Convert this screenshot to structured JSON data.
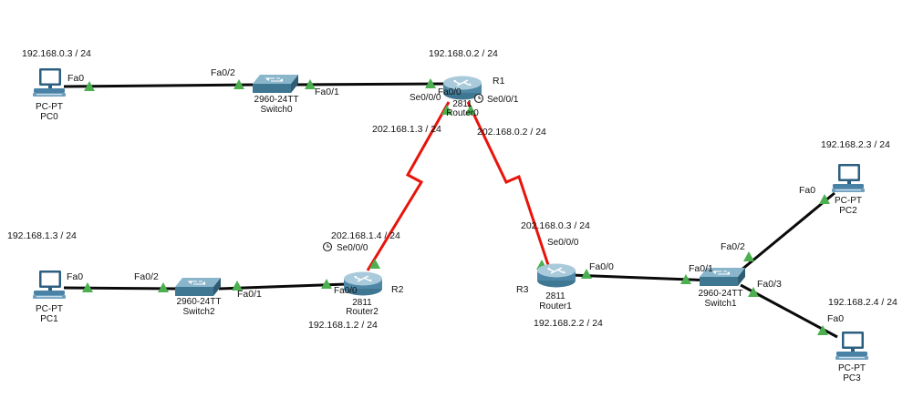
{
  "colors": {
    "ethernet": "#0a0a0a",
    "serial": "#e8140c",
    "port_up": "#4caf50",
    "switch_body": "#5b8fa8",
    "router_body": "#6f9cb6",
    "pc_body": "#4a82a6"
  },
  "pcs": {
    "pc0": {
      "type": "PC-PT",
      "name": "PC0",
      "ip": "192.168.0.3 / 24",
      "port": "Fa0"
    },
    "pc1": {
      "type": "PC-PT",
      "name": "PC1",
      "ip": "192.168.1.3 / 24",
      "port": "Fa0"
    },
    "pc2": {
      "type": "PC-PT",
      "name": "PC2",
      "ip": "192.168.2.3 / 24",
      "port": "Fa0"
    },
    "pc3": {
      "type": "PC-PT",
      "name": "PC3",
      "ip": "192.168.2.4 / 24",
      "port": "Fa0"
    }
  },
  "switches": {
    "switch0": {
      "model": "2960-24TT",
      "name": "Switch0",
      "port_a": "Fa0/2",
      "port_b": "Fa0/1"
    },
    "switch1": {
      "model": "2960-24TT",
      "name": "Switch1",
      "port_in": "Fa0/1",
      "port_pc2": "Fa0/2",
      "port_pc3": "Fa0/3"
    },
    "switch2": {
      "model": "2960-24TT",
      "name": "Switch2",
      "port_a": "Fa0/2",
      "port_b": "Fa0/1"
    }
  },
  "routers": {
    "r1": {
      "label": "R1",
      "model": "2811",
      "name": "Router0",
      "lan_ip": "192.168.0.2 / 24",
      "port_fa": "Fa0/0",
      "port_se0": "Se0/0/0",
      "port_se1": "Se0/0/1",
      "se0_ip": "202.168.1.3 / 24",
      "se1_ip": "202.168.0.2 / 24"
    },
    "r2": {
      "label": "R2",
      "model": "2811",
      "name": "Router2",
      "port_fa": "Fa0/0",
      "port_se": "Se0/0/0",
      "wan_ip": "202.168.1.4 / 24",
      "lan_ip": "192.168.1.2 / 24"
    },
    "r3": {
      "label": "R3",
      "model": "2811",
      "name": "Router1",
      "port_fa": "Fa0/0",
      "port_se": "Se0/0/0",
      "wan_ip": "202.168.0.3 / 24",
      "lan_ip": "192.168.2.2 / 24"
    }
  }
}
